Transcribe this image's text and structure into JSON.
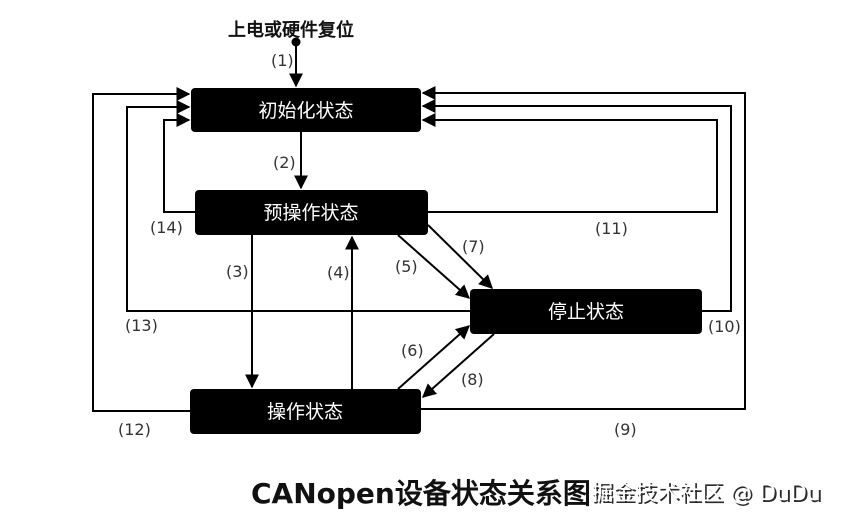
{
  "power_on_label": "上电或硬件复位",
  "states": {
    "init": "初始化状态",
    "preop": "预操作状态",
    "stopped": "停止状态",
    "operational": "操作状态"
  },
  "transitions": {
    "t1": "(1)",
    "t2": "(2)",
    "t3": "(3)",
    "t4": "(4)",
    "t5": "(5)",
    "t6": "(6)",
    "t7": "(7)",
    "t8": "(8)",
    "t9": "(9)",
    "t10": "(10)",
    "t11": "(11)",
    "t12": "(12)",
    "t13": "(13)",
    "t14": "(14)"
  },
  "title": "CANopen设备状态关系图",
  "watermark": "掘金技术社区 @ DuDu"
}
